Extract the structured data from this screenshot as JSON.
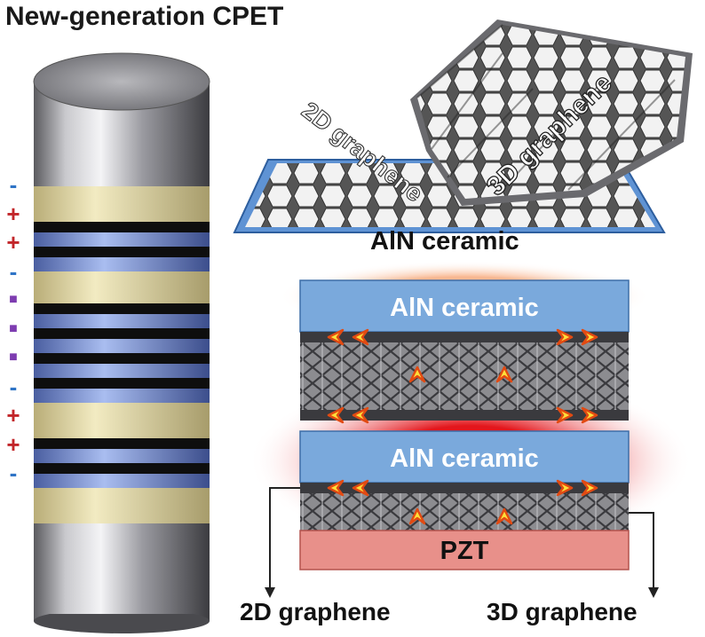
{
  "title": "New-generation CPET",
  "signs": [
    {
      "symbol": "-",
      "color": "#2f74c6"
    },
    {
      "symbol": "+",
      "color": "#c2262a"
    },
    {
      "symbol": "+",
      "color": "#c2262a"
    },
    {
      "symbol": "-",
      "color": "#2f74c6"
    },
    {
      "symbol": "■",
      "color": "#7d3cb0"
    },
    {
      "symbol": "■",
      "color": "#7d3cb0"
    },
    {
      "symbol": "■",
      "color": "#7d3cb0"
    },
    {
      "symbol": "-",
      "color": "#2f74c6"
    },
    {
      "symbol": "+",
      "color": "#c2262a"
    },
    {
      "symbol": "+",
      "color": "#c2262a"
    },
    {
      "symbol": "-",
      "color": "#2f74c6"
    }
  ],
  "top_diagram": {
    "label_2d": "2D graphene",
    "label_3d": "3D graphene",
    "substrate_label": "AlN ceramic"
  },
  "stack": {
    "ceramic_label_1": "AlN ceramic",
    "ceramic_label_2": "AlN ceramic",
    "pzt_label": "PZT"
  },
  "bottom_labels": {
    "left": "2D graphene",
    "right": "3D graphene"
  },
  "colors": {
    "ceramic_blue": "#7aa9dc",
    "pzt": "#e8908a",
    "glow_orange": "#f7b78a",
    "glow_red": "#e0242a",
    "band_cream": "#e8dfae",
    "band_blue": "#7e98d6",
    "arrow_orange": "#f28a1e"
  }
}
